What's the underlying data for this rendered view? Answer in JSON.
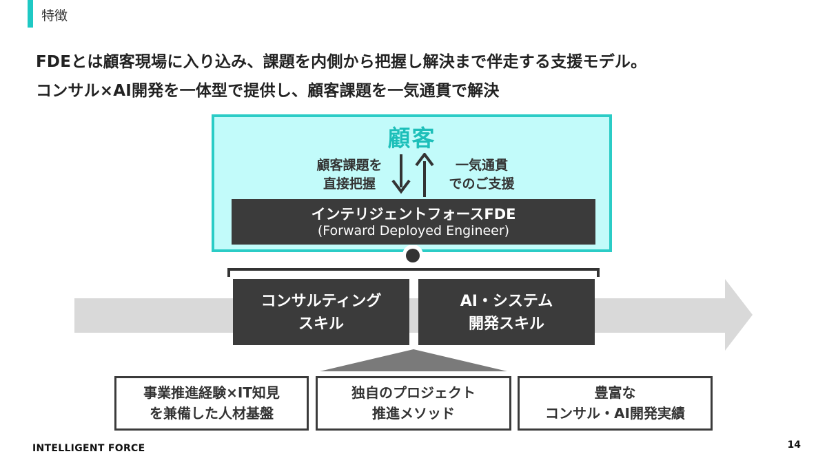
{
  "section": {
    "label": "特徴"
  },
  "headline": {
    "line1": "FDEとは顧客現場に入り込み、課題を内側から把握し解決まで伴走する支援モデル。",
    "line2": "コンサル×AI開発を一体型で提供し、顧客課題を一気通貫で解決"
  },
  "customer": {
    "title": "顧客",
    "left_label": [
      "顧客課題を",
      "直接把握"
    ],
    "right_label": [
      "一気通貫",
      "でのご支援"
    ]
  },
  "fde": {
    "title": "インテリジェントフォースFDE",
    "subtitle": "(Forward Deployed Engineer)"
  },
  "skills": [
    {
      "line1": "コンサルティング",
      "line2": "スキル"
    },
    {
      "line1": "AI・システム",
      "line2": "開発スキル"
    }
  ],
  "foundations": [
    {
      "line1": "事業推進経験×IT知見",
      "line2": "を兼備した人材基盤"
    },
    {
      "line1": "独自のプロジェクト",
      "line2": "推進メソッド"
    },
    {
      "line1": "豊富な",
      "line2": "コンサル・AI開発実績"
    }
  ],
  "footer": {
    "brand": "INTELLIGENT FORCE",
    "page": "14"
  },
  "colors": {
    "accent": "#1fc9c4",
    "customer_bg": "#c2fbfa",
    "dark": "#3b3b3b",
    "arrow_grey": "#d9d9d9"
  }
}
